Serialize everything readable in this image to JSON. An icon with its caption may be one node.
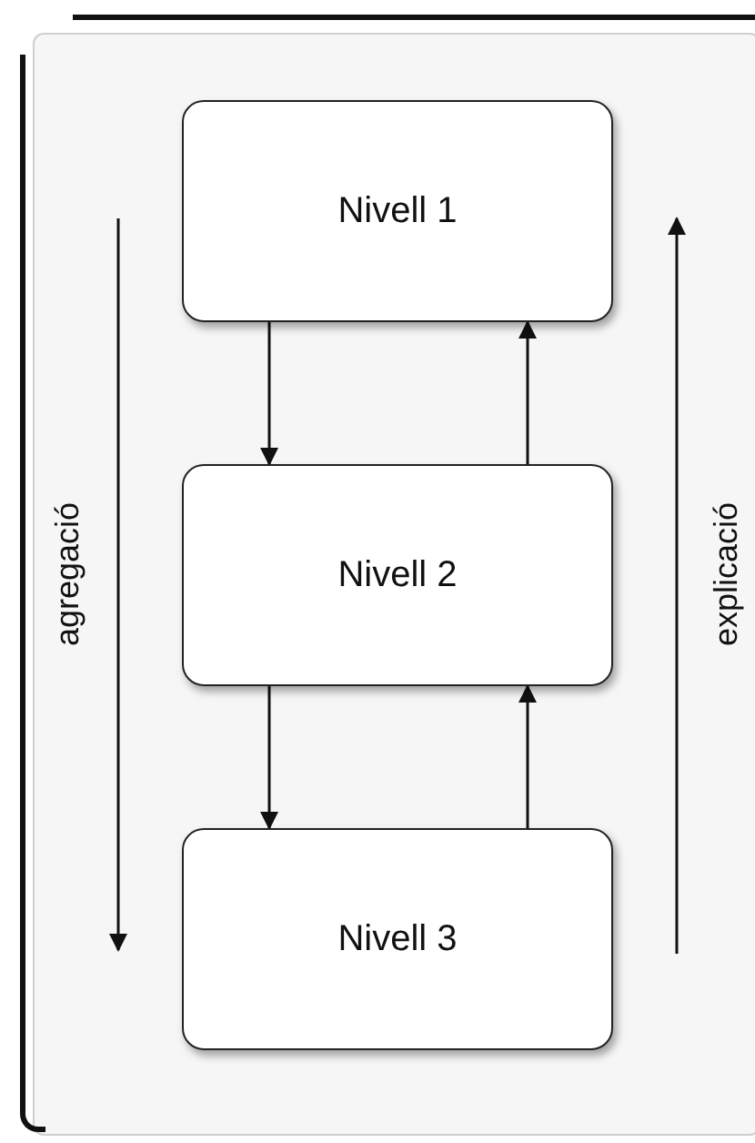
{
  "diagram": {
    "nodes": [
      {
        "text": [
          "Nivell 1"
        ]
      },
      {
        "text": [
          "Nivell 2"
        ]
      },
      {
        "text": [
          "Nivell 3"
        ]
      }
    ],
    "edges": [
      {
        "from": 0,
        "to": 1,
        "arrow": "to"
      },
      {
        "from": 1,
        "to": 0,
        "arrow": "to"
      },
      {
        "from": 1,
        "to": 2,
        "arrow": "to"
      },
      {
        "from": 2,
        "to": 1,
        "arrow": "to"
      }
    ],
    "labels": [
      "agregació",
      "explicació"
    ]
  }
}
